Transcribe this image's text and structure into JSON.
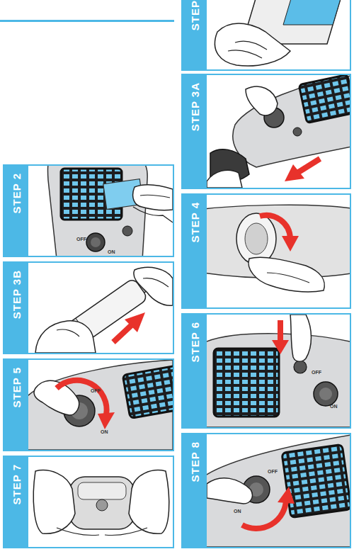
{
  "diagram": {
    "nodes": [
      {
        "text": [
          "STEP"
        ]
      },
      {
        "text": [
          "STEP 2"
        ]
      },
      {
        "text": [
          "STEP 3A"
        ]
      },
      {
        "text": [
          "STEP 3B"
        ]
      },
      {
        "text": [
          "STEP 4"
        ]
      },
      {
        "text": [
          "STEP 5"
        ]
      },
      {
        "text": [
          "STEP 6"
        ]
      },
      {
        "text": [
          "STEP 7"
        ]
      },
      {
        "text": [
          "STEP 8"
        ]
      }
    ],
    "labels": [
      "OFF",
      "ON",
      "OFF",
      "ON",
      "OFF",
      "ON",
      "OFF",
      "ON"
    ]
  }
}
